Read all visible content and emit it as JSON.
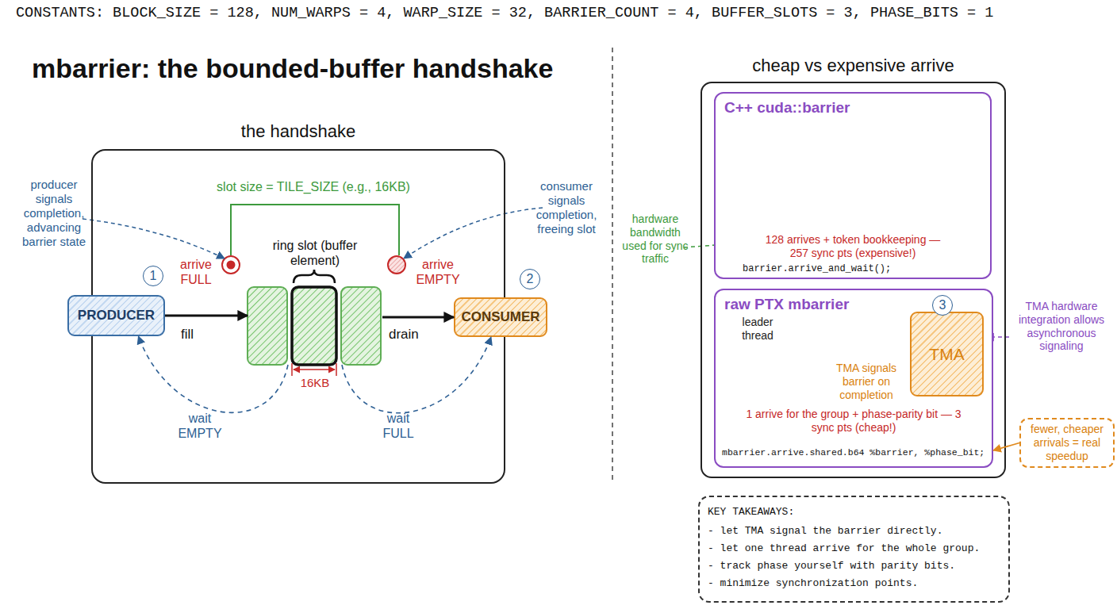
{
  "diagram": {
    "title": "mbarrier: the bounded-buffer handshake",
    "nodes": [
      {
        "text": [
          "the handshake"
        ]
      },
      {
        "text": [
          "PRODUCER"
        ],
        "in": 0
      },
      {
        "text": [
          "ring slot (buffer element)"
        ],
        "in": 0
      },
      {
        "text": [
          "CONSUMER"
        ],
        "in": 0
      },
      {
        "text": [
          "cheap vs expensive arrive"
        ]
      },
      {
        "text": [
          "C++ cuda::barrier",
          "128 arrives + token bookkeeping — 257 sync pts (expensive!)",
          "barrier.arrive_and_wait();"
        ],
        "in": 4
      },
      {
        "text": [
          "raw PTX mbarrier",
          "1 arrive for the group + phase-parity bit — 3 sync pts (cheap!)",
          "mbarrier.arrive.shared.b64 %barrier, %phase_bit;"
        ],
        "in": 4
      },
      {
        "text": [
          "TMA"
        ],
        "in": 6
      },
      {
        "text": [
          "fewer, cheaper arrivals = real speedup"
        ]
      },
      {
        "text": [
          "KEY TAKEAWAYS:",
          "- let TMA signal the barrier directly.",
          "- let one thread arrive for the whole group.",
          "- track phase yourself with parity bits.",
          "- minimize synchronization points."
        ]
      }
    ],
    "edges": [
      {
        "from": 1,
        "to": 2,
        "label": "fill",
        "arrow": "to"
      },
      {
        "from": 2,
        "to": 3,
        "label": "drain",
        "arrow": "to"
      },
      {
        "from": 2,
        "to": 1,
        "label": "wait EMPTY",
        "arrow": "to"
      },
      {
        "from": 2,
        "to": 3,
        "label": "wait FULL",
        "arrow": "to"
      },
      {
        "from": 8,
        "to": 6,
        "arrow": "to"
      }
    ],
    "labels": [
      "CONSTANTS: BLOCK_SIZE = 128, NUM_WARPS = 4, WARP_SIZE = 32, BARRIER_COUNT = 4, BUFFER_SLOTS = 3, PHASE_BITS = 1",
      "producer signals completion, advancing barrier state",
      "slot size = TILE_SIZE (e.g., 16KB)",
      "consumer signals completion, freeing slot",
      "1",
      "arrive FULL",
      "arrive EMPTY",
      "2",
      "16KB",
      "hardware bandwidth used for sync traffic",
      "3",
      "leader thread",
      "TMA signals barrier on completion",
      "TMA hardware integration allows asynchronous signaling"
    ]
  }
}
